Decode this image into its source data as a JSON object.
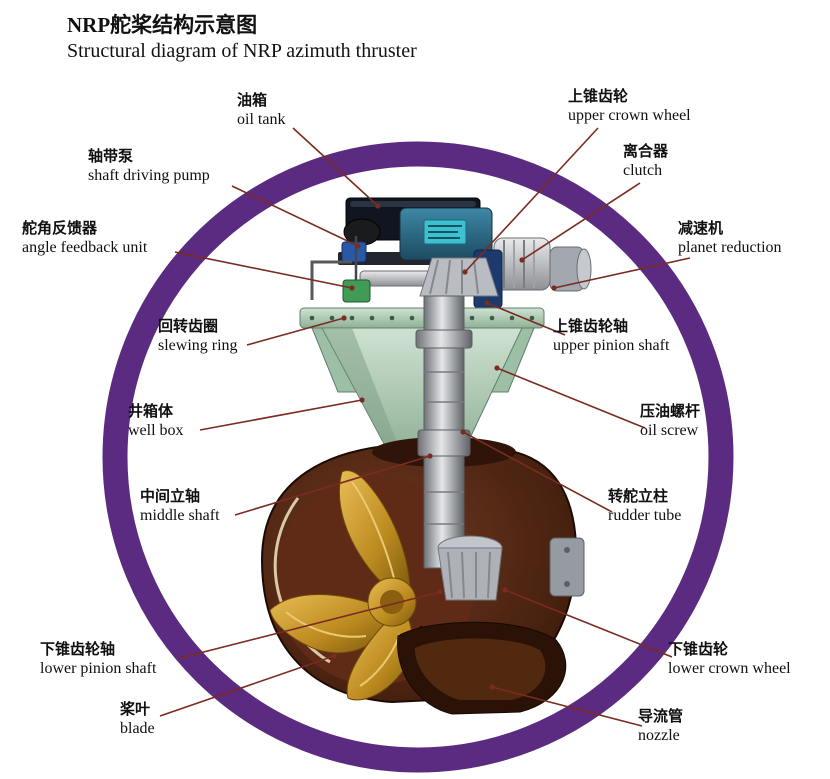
{
  "page": {
    "title_zh": "NRP舵桨结构示意图",
    "title_en": "Structural diagram of NRP azimuth thruster"
  },
  "diagram": {
    "ring_color": "#5b2b81",
    "leader_color": "#7b2b20",
    "labels": [
      {
        "id": "oil-tank",
        "zh": "油箱",
        "en": "oil tank"
      },
      {
        "id": "upper-crown-wheel",
        "zh": "上锥齿轮",
        "en": "upper crown wheel"
      },
      {
        "id": "shaft-driving-pump",
        "zh": "轴带泵",
        "en": "shaft driving pump"
      },
      {
        "id": "clutch",
        "zh": "离合器",
        "en": "clutch"
      },
      {
        "id": "angle-feedback-unit",
        "zh": "舵角反馈器",
        "en": "angle feedback unit"
      },
      {
        "id": "planet-reduction",
        "zh": "减速机",
        "en": "planet reduction"
      },
      {
        "id": "slewing-ring",
        "zh": "回转齿圈",
        "en": "slewing ring"
      },
      {
        "id": "upper-pinion-shaft",
        "zh": "上锥齿轮轴",
        "en": "upper pinion shaft"
      },
      {
        "id": "well-box",
        "zh": "井箱体",
        "en": "well box"
      },
      {
        "id": "oil-screw",
        "zh": "压油螺杆",
        "en": "oil screw"
      },
      {
        "id": "middle-shaft",
        "zh": "中间立轴",
        "en": "middle shaft"
      },
      {
        "id": "rudder-tube",
        "zh": "转舵立柱",
        "en": "rudder tube"
      },
      {
        "id": "lower-pinion-shaft",
        "zh": "下锥齿轮轴",
        "en": "lower pinion shaft"
      },
      {
        "id": "lower-crown-wheel",
        "zh": "下锥齿轮",
        "en": "lower crown wheel"
      },
      {
        "id": "blade",
        "zh": "桨叶",
        "en": "blade"
      },
      {
        "id": "nozzle",
        "zh": "导流管",
        "en": "nozzle"
      }
    ]
  }
}
